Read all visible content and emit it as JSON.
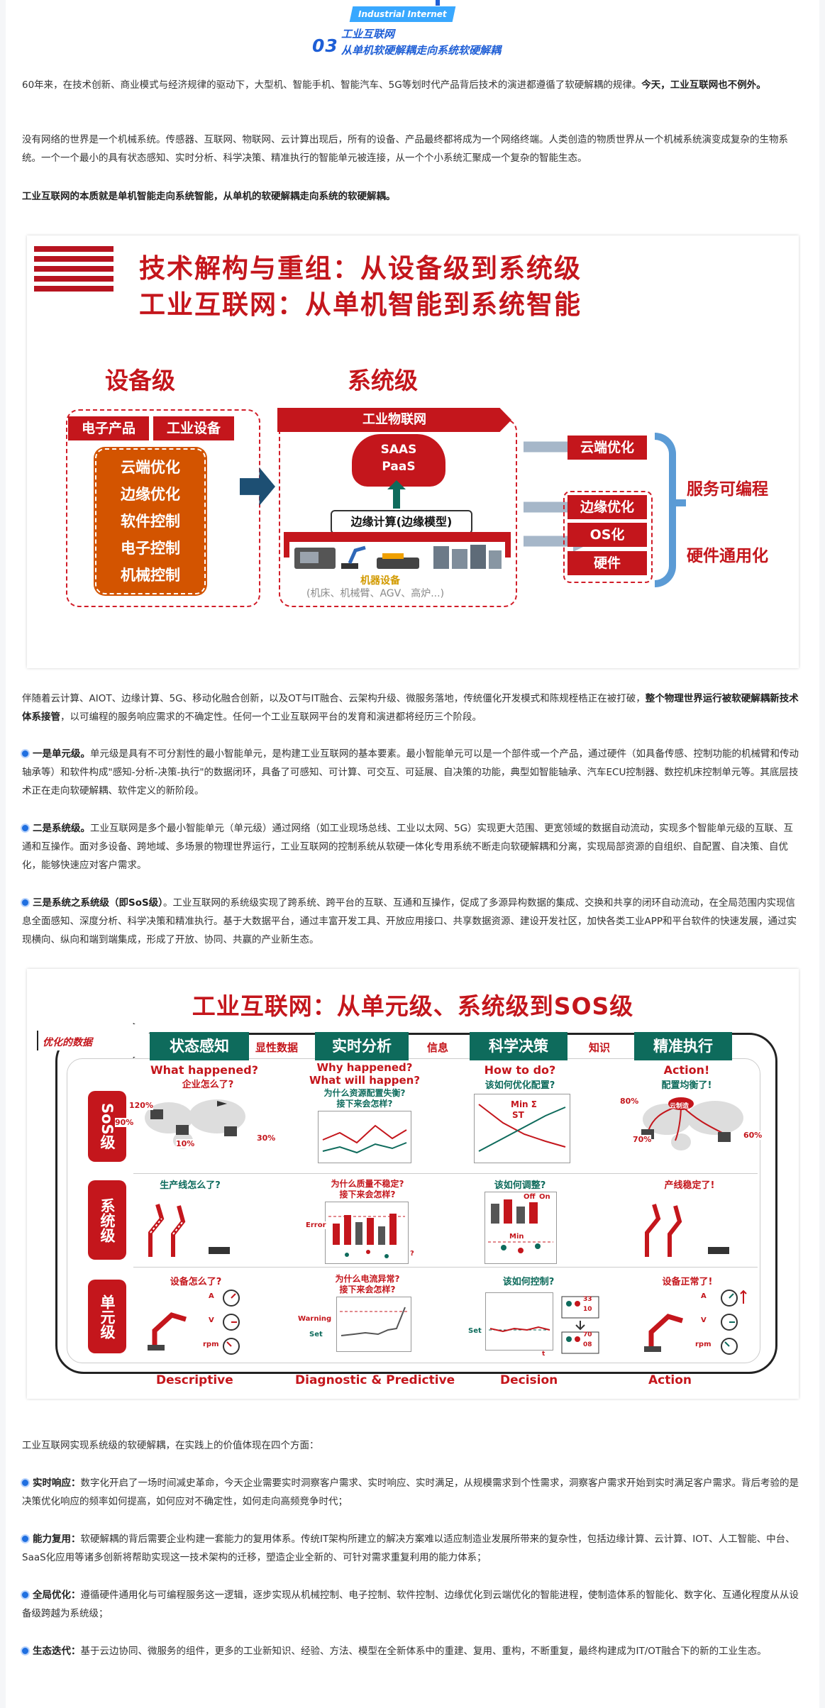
{
  "header": {
    "tag": "Industrial Internet",
    "number": "03",
    "title_line1": "工业互联网",
    "title_line2": "从单机软硬解耦走向系统软硬解耦"
  },
  "intro": {
    "p1": "60年来，在技术创新、商业模式与经济规律的驱动下，大型机、智能手机、智能汽车、5G等划时代产品背后技术的演进都遵循了软硬解耦的规律。",
    "p1_bold": "今天，工业互联网也不例外。",
    "p2": "没有网络的世界是一个机械系统。传感器、互联网、物联网、云计算出现后，所有的设备、产品最终都将成为一个网络终端。人类创造的物质世界从一个机械系统演变成复杂的生物系统。一个一个最小的具有状态感知、实时分析、科学决策、精准执行的智能单元被连接，从一个个小系统汇聚成一个复杂的智能生态。",
    "p3_bold": "工业互联网的本质就是单机智能走向系统智能，从单机的软硬解耦走向系统的软硬解耦。"
  },
  "fig1": {
    "title1": "技术解构与重组：从设备级到系统级",
    "title2": "工业互联网：从单机智能到系统智能",
    "device_heading": "设备级",
    "system_heading": "系统级",
    "device_boxes": [
      "电子产品",
      "工业设备"
    ],
    "device_stack": [
      "云端优化",
      "边缘优化",
      "软件控制",
      "电子控制",
      "机械控制"
    ],
    "iot_banner": "工业物联网",
    "cloud_line1": "SAAS",
    "cloud_line2": "PaaS",
    "edge_label": "边缘计算(边缘模型)",
    "machines_label": "机器设备",
    "machines_detail": "(机床、机械臂、AGV、高炉...)",
    "right_boxes": [
      "云端优化",
      "边缘优化",
      "OS化",
      "硬件"
    ],
    "service_label": "服务可编程",
    "hardware_label": "硬件通用化",
    "colors": {
      "red": "#c4161c",
      "orange": "#d35400",
      "navy": "#1d4f73",
      "teal": "#0e6b5c",
      "blue": "#5b9bd5"
    }
  },
  "body": {
    "p4": "伴随着云计算、AIOT、边缘计算、5G、移动化融合创新，以及OT与IT融合、云架构升级、微服务落地，传统僵化开发模式和陈规桎梏正在被打破，",
    "p4_bold": "整个物理世界运行被软硬解耦新技术体系接管",
    "p4_tail": "，以可编程的服务响应需求的不确定性。任何一个工业互联网平台的发育和演进都将经历三个阶段。",
    "b1_bold": "一是单元级。",
    "b1": "单元级是具有不可分割性的最小智能单元，是构建工业互联网的基本要素。最小智能单元可以是一个部件或一个产品，通过硬件（如具备传感、控制功能的机械臂和传动轴承等）和软件构成\"感知-分析-决策-执行\"的数据闭环，具备了可感知、可计算、可交互、可延展、自决策的功能，典型如智能轴承、汽车ECU控制器、数控机床控制单元等。其底层技术正在走向软硬解耦、软件定义的新阶段。",
    "b2_bold": "二是系统级。",
    "b2": "工业互联网是多个最小智能单元（单元级）通过网络（如工业现场总线、工业以太网、5G）实现更大范围、更宽领域的数据自动流动，实现多个智能单元级的互联、互通和互操作。面对多设备、跨地域、多场景的物理世界运行，工业互联网的控制系统从软硬一体化专用系统不断走向软硬解耦和分离，实现局部资源的自组织、自配置、自决策、自优化，能够快速应对客户需求。",
    "b3_bold": "三是系统之系统级（即SoS级）",
    "b3": "。工业互联网的系统级实现了跨系统、跨平台的互联、互通和互操作，促成了多源异构数据的集成、交换和共享的闭环自动流动，在全局范围内实现信息全面感知、深度分析、科学决策和精准执行。基于大数据平台，通过丰富开发工具、开放应用接口、共享数据资源、建设开发社区，加快各类工业APP和平台软件的快速发展，通过实现横向、纵向和端到端集成，形成了开放、协同、共赢的产业新生态。"
  },
  "fig2": {
    "title": "工业互联网：从单元级、系统级到SOS级",
    "loop_label": "优化的数据",
    "stages": [
      "状态感知",
      "实时分析",
      "科学决策",
      "精准执行"
    ],
    "connectors": [
      "显性数据",
      "信息",
      "知识"
    ],
    "levels": [
      "SoS级",
      "系统级",
      "单元级"
    ],
    "sos_q": [
      "What happened?",
      "Why happened?",
      "How to do?",
      "Action!"
    ],
    "sos_q2": [
      "企业怎么了?",
      "What will happen?",
      "该如何优化配置?",
      "配置均衡了!"
    ],
    "sos_q3": [
      "",
      "为什么资源配置失衡?",
      "",
      ""
    ],
    "sos_q4": [
      "",
      "接下来会怎样?",
      "",
      ""
    ],
    "sos_pcts": [
      "120%",
      "90%",
      "10%",
      "30%"
    ],
    "sos_pcts_right": [
      "80%",
      "70%",
      "60%"
    ],
    "cloud_make": "云制造",
    "minst": [
      "Min Σ",
      "ST"
    ],
    "sys_q": [
      "生产线怎么了?",
      "为什么质量不稳定?",
      "该如何调整?",
      "产线稳定了!"
    ],
    "sys_q2": [
      "",
      "接下来会怎样?",
      "",
      ""
    ],
    "sys_labels": {
      "error": "Error",
      "off": "Off",
      "on": "On",
      "min": "Min",
      "q": "?"
    },
    "unit_q": [
      "设备怎么了?",
      "为什么电流异常?",
      "该如何控制?",
      "设备正常了!"
    ],
    "unit_q2": [
      "",
      "接下来会怎样?",
      "",
      ""
    ],
    "unit_labels": {
      "warning": "Warning",
      "set": "Set",
      "set2": "Set",
      "a": "A",
      "v": "V",
      "rpm": "rpm",
      "t": "t"
    },
    "unit_nums": [
      "33",
      "10",
      "70",
      "08"
    ],
    "footers": [
      "Descriptive",
      "Diagnostic & Predictive",
      "Decision",
      "Action"
    ]
  },
  "value": {
    "lead": "工业互联网实现系统级的软硬解耦，在实践上的价值体现在四个方面：",
    "v1_bold": "实时响应：",
    "v1": "数字化开启了一场时间减史革命，今天企业需要实时洞察客户需求、实时响应、实时满足，从规模需求到个性需求，洞察客户需求开始到实时满足客户需求。背后考验的是决策优化响应的频率如何提高，如何应对不确定性，如何走向高频竞争时代；",
    "v2_bold": "能力复用：",
    "v2": "软硬解耦的背后需要企业构建一套能力的复用体系。传统IT架构所建立的解决方案难以适应制造业发展所带来的复杂性，包括边缘计算、云计算、IOT、人工智能、中台、SaaS化应用等诸多创新将帮助实现这一技术架构的迁移，塑造企业全新的、可针对需求重复利用的能力体系；",
    "v3_bold": "全局优化：",
    "v3": "遵循硬件通用化与可编程服务这一逻辑，逐步实现从机械控制、电子控制、软件控制、边缘优化到云端优化的智能进程，使制造体系的智能化、数字化、互通化程度从从设备级跨越为系统级；",
    "v4_bold": "生态迭代：",
    "v4": "基于云边协同、微服务的组件，更多的工业新知识、经验、方法、模型在全新体系中的重建、复用、重构，不断重复，最终构建成为IT/OT融合下的新的工业生态。"
  }
}
